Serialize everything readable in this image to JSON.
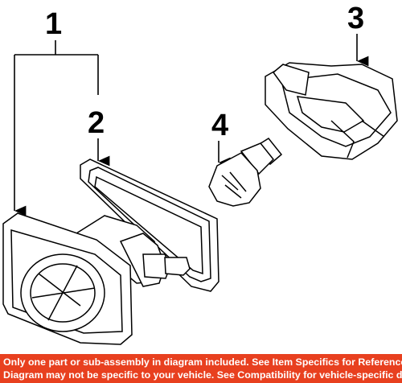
{
  "diagram": {
    "callouts": {
      "c1": "1",
      "c2": "2",
      "c3": "3",
      "c4": "4"
    }
  },
  "footer": {
    "line1": "Only one part or sub-assembly in diagram included. See Item Specifics for Reference #.",
    "line2": "Diagram may not be specific to your vehicle. See Compatibility for vehicle-specific diagrams.",
    "background": "#e8401f",
    "text_color": "#ffffff"
  }
}
